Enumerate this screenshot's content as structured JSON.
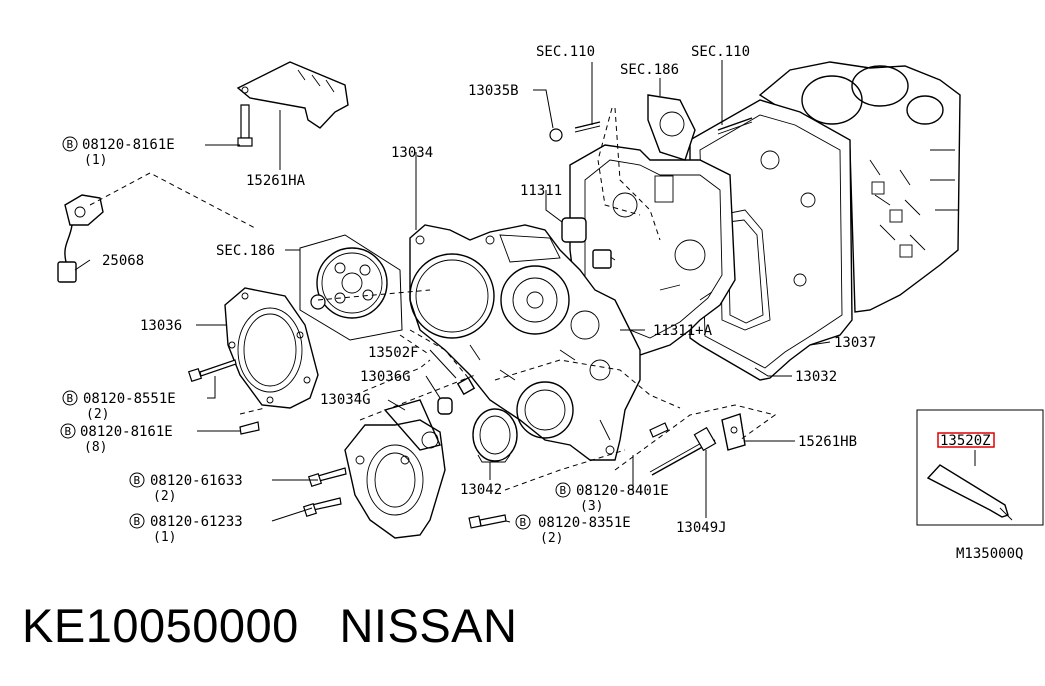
{
  "title": "KE10050000   NISSAN",
  "diagram_code": "M135000Q",
  "inset_label": "13520Z",
  "highlight_color": "#e00000",
  "labels": {
    "sec110_a": "SEC.110",
    "sec110_b": "SEC.110",
    "sec186_a": "SEC.186",
    "sec186_b": "SEC.186",
    "p13035b": "13035B",
    "p13034": "13034",
    "p11311": "11311",
    "p15261ha": "15261HA",
    "p25068": "25068",
    "p13036": "13036",
    "p13502f": "13502F",
    "p13036g": "13036G",
    "p13034g": "13034G",
    "p11311a": "11311+A",
    "p13037": "13037",
    "p13032": "13032",
    "p15261hb": "15261HB",
    "p13042": "13042",
    "p13049j": "13049J"
  },
  "bolts": {
    "b1": {
      "code": "08120-8161E",
      "qty": "(1)"
    },
    "b2": {
      "code": "08120-8551E",
      "qty": "(2)"
    },
    "b3": {
      "code": "08120-8161E",
      "qty": "(8)"
    },
    "b4": {
      "code": "08120-61633",
      "qty": "(2)"
    },
    "b5": {
      "code": "08120-61233",
      "qty": "(1)"
    },
    "b6": {
      "code": "08120-8401E",
      "qty": "(3)"
    },
    "b7": {
      "code": "08120-8351E",
      "qty": "(2)"
    }
  },
  "b_symbol": "B"
}
